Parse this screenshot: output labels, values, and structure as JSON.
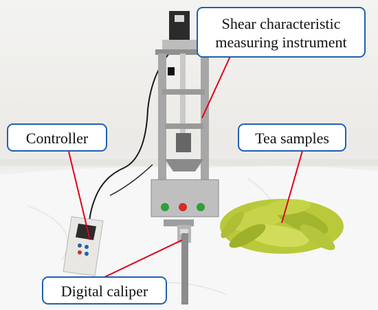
{
  "labels": {
    "shear_instrument": {
      "line1": "Shear characteristic",
      "line2": "measuring instrument"
    },
    "controller": "Controller",
    "tea_samples": "Tea samples",
    "digital_caliper": "Digital caliper"
  },
  "colors": {
    "label_border": "#1f5fb3",
    "pointer_line": "#e0001b",
    "leaf_green": "#b9c93a"
  },
  "instrument_buttons": [
    "green",
    "red",
    "green"
  ]
}
